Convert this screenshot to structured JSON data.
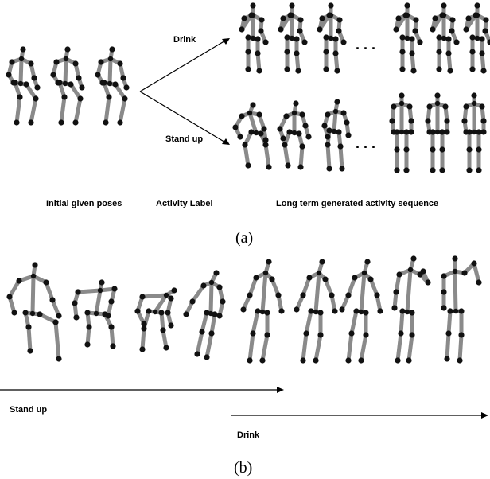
{
  "part_a": {
    "branch_top_label": "Drink",
    "branch_bottom_label": "Stand up",
    "ellipsis": ". . .",
    "column_initial": "Initial given poses",
    "column_activity": "Activity Label",
    "column_generated": "Long term generated activity sequence",
    "caption": "(a)"
  },
  "part_b": {
    "arrow_1_label": "Stand up",
    "arrow_2_label": "Drink",
    "caption": "(b)"
  },
  "colors": {
    "bone": "#8a8a8a",
    "joint": "#111111",
    "ink": "#000000"
  }
}
